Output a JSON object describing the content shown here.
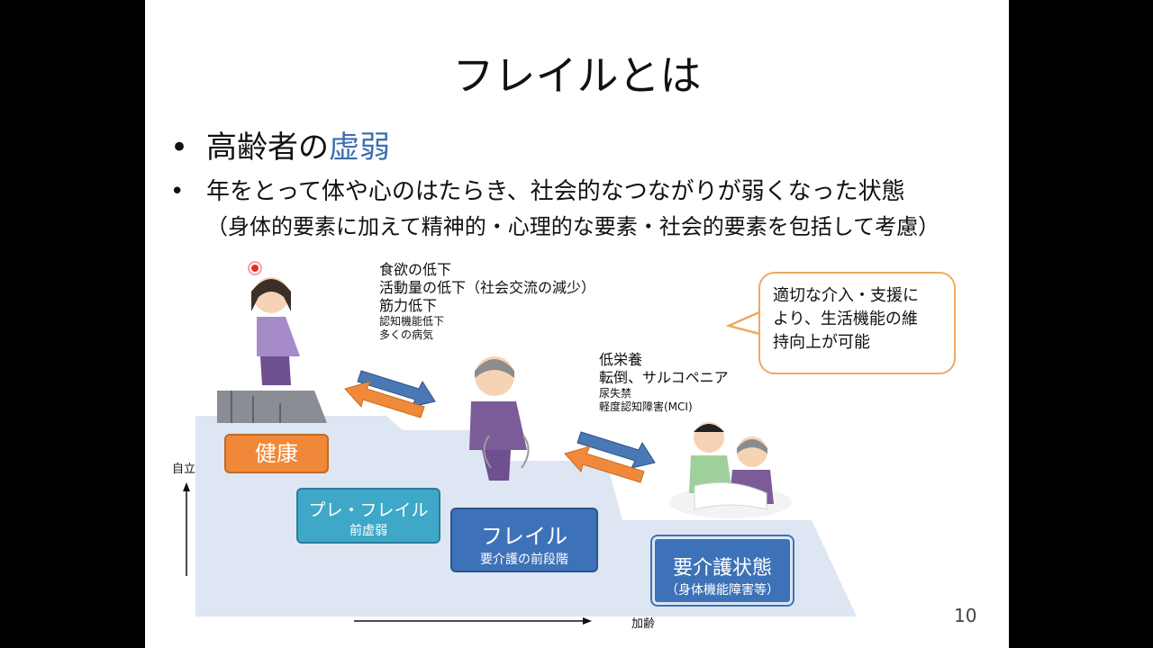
{
  "slide": {
    "title": "フレイルとは",
    "bullet1_prefix": "高齢者の",
    "bullet1_accent": "虚弱",
    "bullet2": "年をとって体や心のはたらき、社会的なつながりが弱くなった状態",
    "bullet3": "（身体的要素に加えて精神的・心理的な要素・社会的要素を包括して考慮）",
    "accent_color": "#3f6fb0",
    "page_number": "10"
  },
  "stages": {
    "kenkou": "健康",
    "prefrail": "プレ・フレイル",
    "prefrail_sub": "前虚弱",
    "frail": "フレイル",
    "frail_sub": "要介護の前段階",
    "care": "要介護状態",
    "care_sub": "（身体機能障害等）"
  },
  "factors_upper": {
    "l1": "食欲の低下",
    "l2": "活動量の低下（社会交流の減少）",
    "l3": "筋力低下",
    "s1": "認知機能低下",
    "s2": "多くの病気"
  },
  "factors_lower": {
    "l1": "低栄養",
    "l2": "転倒、サルコペニア",
    "s1": "尿失禁",
    "s2": "軽度認知障害(MCI)"
  },
  "callout": {
    "l1": "適切な介入・支援に",
    "l2": "より、生活機能の維",
    "l3": "持向上が可能"
  },
  "axes": {
    "y_label": "自立",
    "x_label": "加齢"
  },
  "icons": [
    "healthy-woman-illustration",
    "frail-elderly-illustration",
    "caregiver-illustration",
    "arrow-worsen-icon",
    "arrow-improve-icon"
  ]
}
